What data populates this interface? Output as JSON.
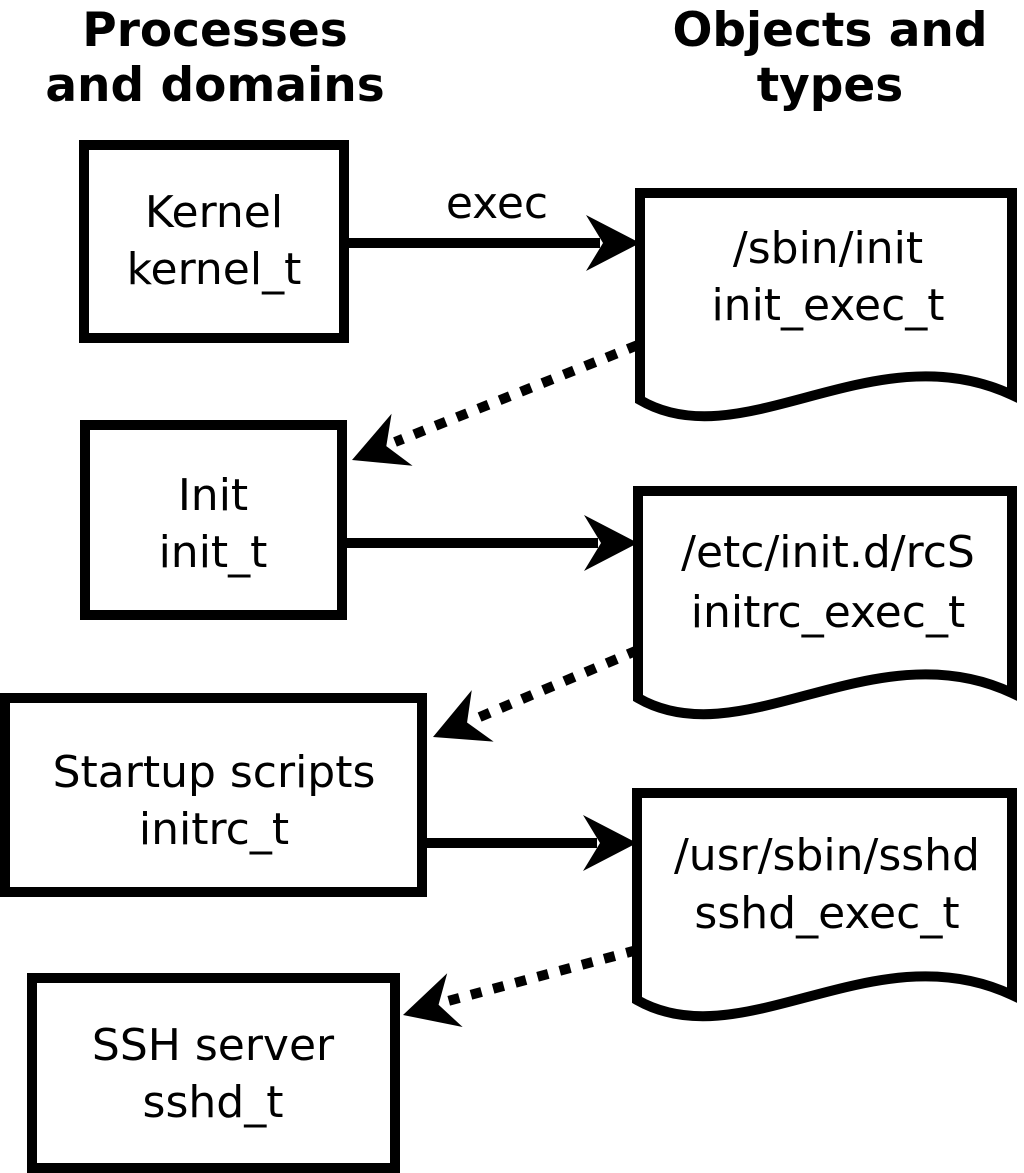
{
  "diagram": {
    "kind": "selinux-domain-transition-flow",
    "columns": {
      "left_heading_line1": "Processes",
      "left_heading_line2": "and domains",
      "right_heading_line1": "Objects and",
      "right_heading_line2": "types"
    },
    "processes": [
      {
        "label": "Kernel",
        "domain": "kernel_t"
      },
      {
        "label": "Init",
        "domain": "init_t"
      },
      {
        "label": "Startup scripts",
        "domain": "initrc_t"
      },
      {
        "label": "SSH server",
        "domain": "sshd_t"
      }
    ],
    "objects": [
      {
        "path": "/sbin/init",
        "type": "init_exec_t"
      },
      {
        "path": "/etc/init.d/rcS",
        "type": "initrc_exec_t"
      },
      {
        "path": "/usr/sbin/sshd",
        "type": "sshd_exec_t"
      }
    ],
    "arrows": {
      "exec_label": "exec",
      "solid": [
        {
          "from": "kernel_t",
          "to": "init_exec_t",
          "style": "solid",
          "label": "exec"
        },
        {
          "from": "init_t",
          "to": "initrc_exec_t",
          "style": "solid",
          "label": ""
        },
        {
          "from": "initrc_t",
          "to": "sshd_exec_t",
          "style": "solid",
          "label": ""
        }
      ],
      "dotted": [
        {
          "from": "init_exec_t",
          "to": "init_t",
          "style": "dotted"
        },
        {
          "from": "initrc_exec_t",
          "to": "initrc_t",
          "style": "dotted"
        },
        {
          "from": "sshd_exec_t",
          "to": "sshd_t",
          "style": "dotted"
        }
      ]
    },
    "colors": {
      "foreground": "#000000",
      "background": "#ffffff"
    }
  }
}
